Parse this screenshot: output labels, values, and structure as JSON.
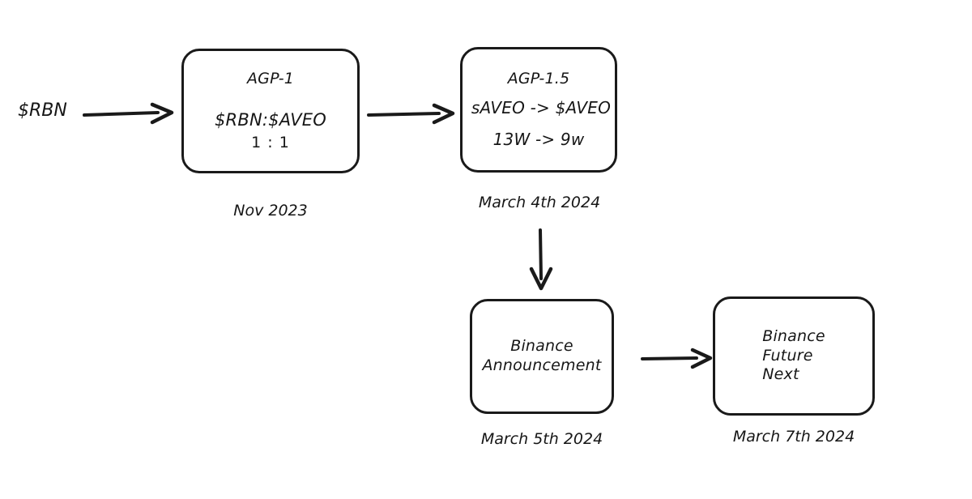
{
  "diagram": {
    "type": "flowchart",
    "style": "hand-drawn",
    "background_color": "#ffffff",
    "stroke_color": "#1a1a1a",
    "source_label": "$RBN",
    "nodes": [
      {
        "id": "agp1",
        "title": "AGP-1",
        "line1": "$RBN:$AVEO",
        "line2": "1 : 1",
        "date": "Nov 2023"
      },
      {
        "id": "agp15",
        "title": "AGP-1.5",
        "line1": "sAVEO -> $AVEO",
        "line2": "13W -> 9w",
        "date": "March 4th 2024"
      },
      {
        "id": "binance-announcement",
        "line1": "Binance",
        "line2": "Announcement",
        "date": "March 5th 2024"
      },
      {
        "id": "binance-future-next",
        "line1": "Binance",
        "line2": "Future",
        "line3": "Next",
        "date": "March 7th 2024"
      }
    ],
    "edges": [
      {
        "id": "rbn-to-agp1",
        "from": "$RBN",
        "to": "AGP-1",
        "direction": "right"
      },
      {
        "id": "agp1-to-agp15",
        "from": "AGP-1",
        "to": "AGP-1.5",
        "direction": "right"
      },
      {
        "id": "agp15-to-announcement",
        "from": "AGP-1.5",
        "to": "Binance Announcement",
        "direction": "down"
      },
      {
        "id": "announcement-to-future",
        "from": "Binance Announcement",
        "to": "Binance Future Next",
        "direction": "right"
      }
    ]
  }
}
